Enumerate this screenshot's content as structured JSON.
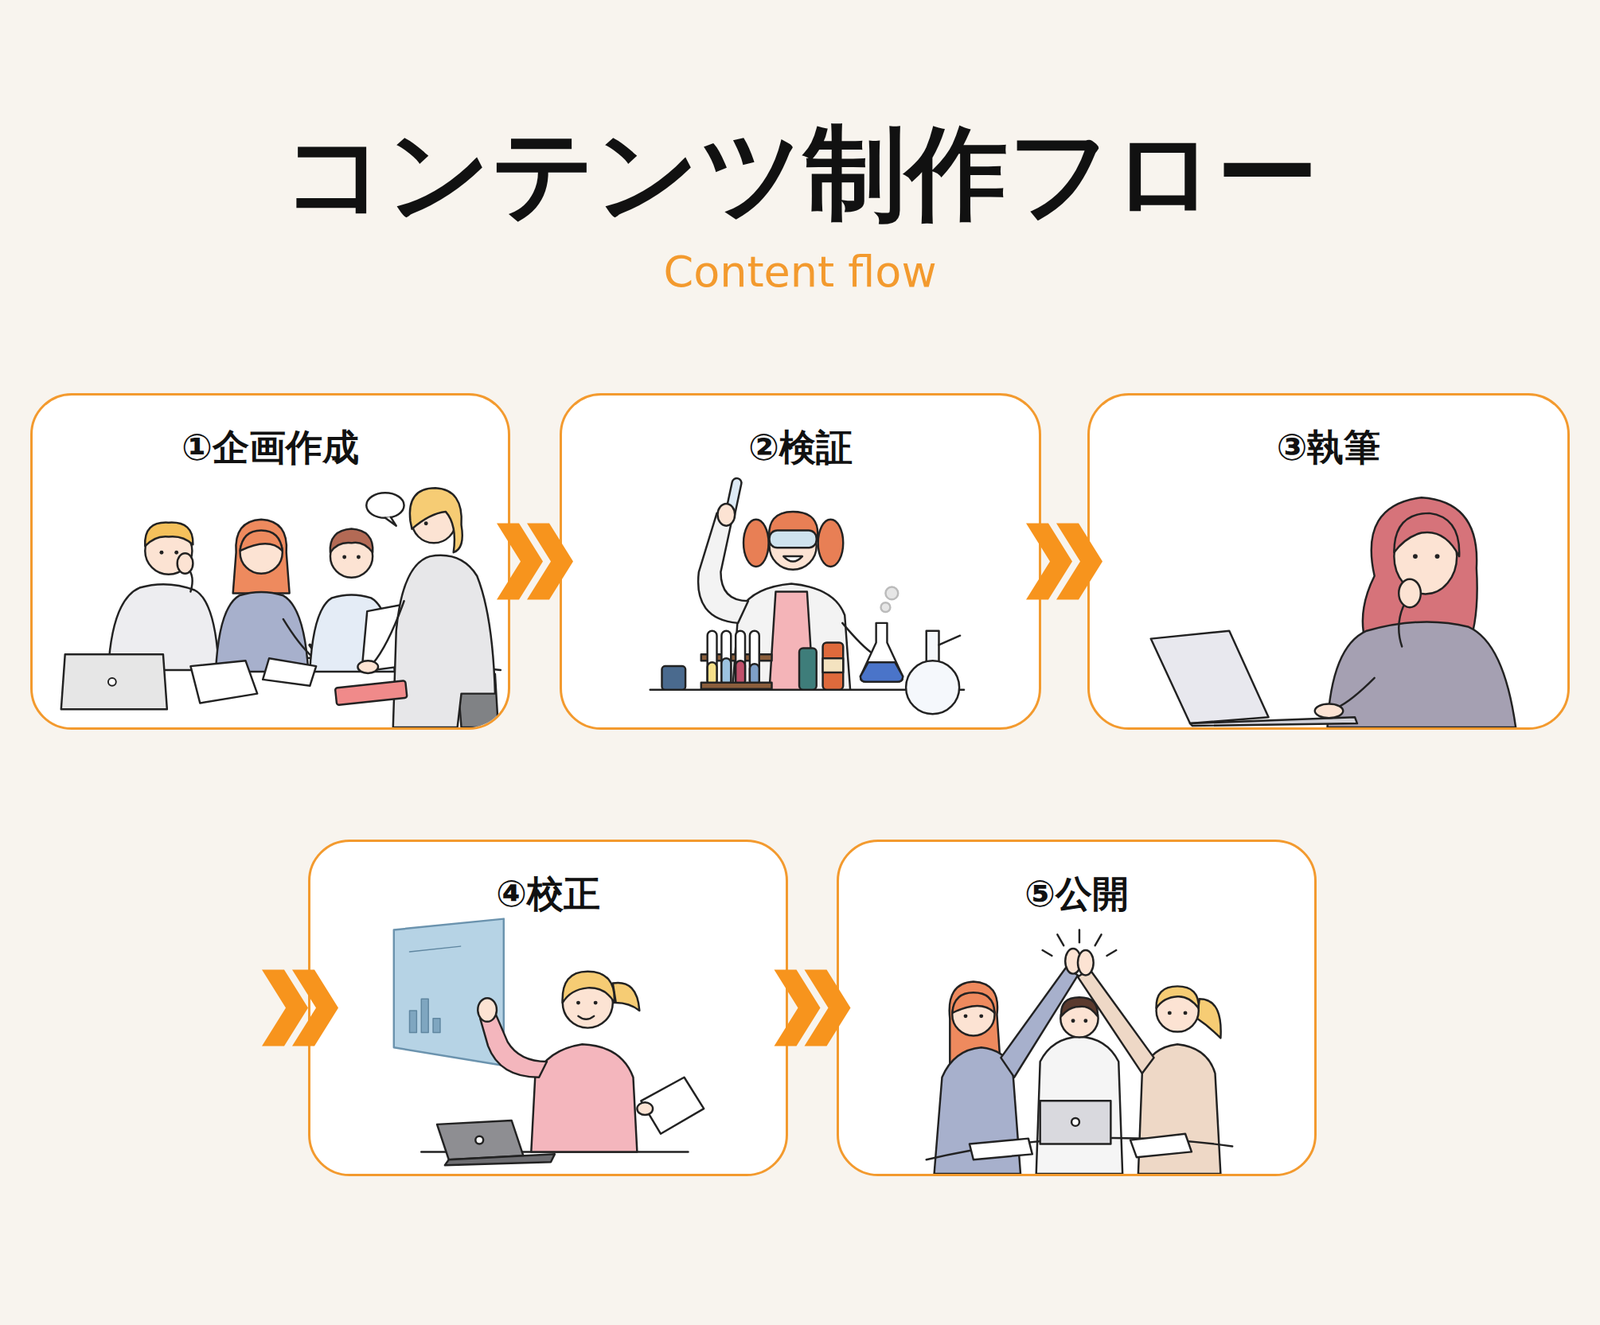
{
  "diagram": {
    "title": "コンテンツ制作フロー",
    "nodes": [
      {
        "text": [
          "①企画作成"
        ]
      },
      {
        "text": [
          "②検証"
        ]
      },
      {
        "text": [
          "③執筆"
        ]
      },
      {
        "text": [
          "④校正"
        ]
      },
      {
        "text": [
          "⑤公開"
        ]
      }
    ],
    "edges": [
      {
        "from": 0,
        "to": 1,
        "arrow": "to"
      },
      {
        "from": 1,
        "to": 2,
        "arrow": "to"
      },
      {
        "from": 2,
        "to": 3,
        "arrow": "to"
      },
      {
        "from": 3,
        "to": 4,
        "arrow": "to"
      }
    ],
    "labels": [
      "Content flow"
    ]
  }
}
